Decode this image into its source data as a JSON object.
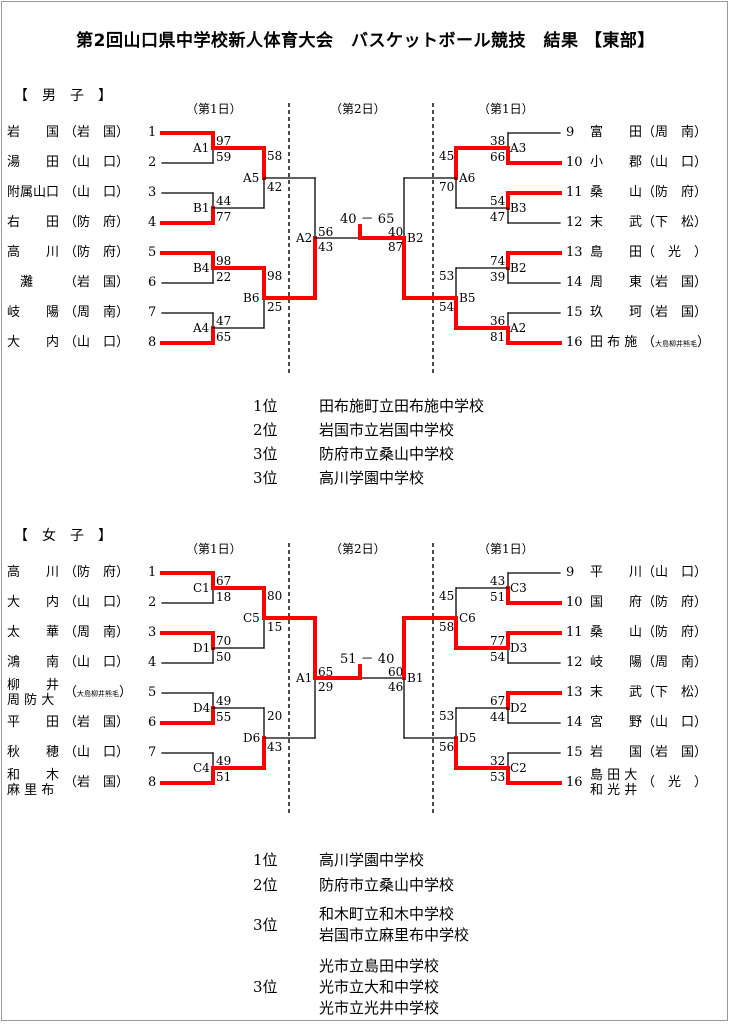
{
  "title": "第2回山口県中学校新人体育大会　バスケットボール競技　結果 【東部】",
  "day_labels": {
    "day1": "（第1日）",
    "day2": "（第2日）"
  },
  "boys": {
    "label": "【　男　子　】",
    "final_score": "40 － 65",
    "left_teams": [
      {
        "no": "1",
        "name": "岩　　国",
        "pref": "（岩　国）"
      },
      {
        "no": "2",
        "name": "湯　　田",
        "pref": "（山　口）"
      },
      {
        "no": "3",
        "name": "附属山口",
        "pref": "（山　口）"
      },
      {
        "no": "4",
        "name": "右　　田",
        "pref": "（防　府）"
      },
      {
        "no": "5",
        "name": "高　　川",
        "pref": "（防　府）"
      },
      {
        "no": "6",
        "name": "　灘",
        "pref": "（岩　国）"
      },
      {
        "no": "7",
        "name": "岐　　陽",
        "pref": "（周　南）"
      },
      {
        "no": "8",
        "name": "大　　内",
        "pref": "（山　口）"
      }
    ],
    "right_teams": [
      {
        "no": "9",
        "name": "富　　田",
        "pref": "（周　南）"
      },
      {
        "no": "10",
        "name": "小　　郡",
        "pref": "（山　口）"
      },
      {
        "no": "11",
        "name": "桑　　山",
        "pref": "（防　府）"
      },
      {
        "no": "12",
        "name": "末　　武",
        "pref": "（下　松）"
      },
      {
        "no": "13",
        "name": "島　　田",
        "pref": "（　光　）"
      },
      {
        "no": "14",
        "name": "周　　東",
        "pref": "（岩　国）"
      },
      {
        "no": "15",
        "name": "玖　　珂",
        "pref": "（岩　国）"
      },
      {
        "no": "16",
        "name": "田 布 施",
        "pref": "（大島柳井熊毛）"
      }
    ],
    "games": {
      "A1": {
        "label": "A1",
        "s1": "97",
        "s2": "59"
      },
      "B1": {
        "label": "B1",
        "s1": "44",
        "s2": "77"
      },
      "B4": {
        "label": "B4",
        "s1": "98",
        "s2": "22"
      },
      "A4": {
        "label": "A4",
        "s1": "47",
        "s2": "65"
      },
      "A5": {
        "label": "A5",
        "s1": "58",
        "s2": "42"
      },
      "B6": {
        "label": "B6",
        "s1": "98",
        "s2": "25"
      },
      "A2": {
        "label": "A2",
        "s1": "56",
        "s2": "43"
      },
      "A3": {
        "label": "A3",
        "s1": "38",
        "s2": "66"
      },
      "B3": {
        "label": "B3",
        "s1": "54",
        "s2": "47"
      },
      "B2g": {
        "label": "B2",
        "s1": "74",
        "s2": "39"
      },
      "A2r": {
        "label": "A2",
        "s1": "36",
        "s2": "81"
      },
      "A6": {
        "label": "A6",
        "s1": "45",
        "s2": "70"
      },
      "B5": {
        "label": "B5",
        "s1": "53",
        "s2": "54"
      },
      "B2": {
        "label": "B2",
        "s1": "40",
        "s2": "87"
      }
    },
    "results": [
      {
        "rank": "1位",
        "school": "田布施町立田布施中学校"
      },
      {
        "rank": "2位",
        "school": "岩国市立岩国中学校"
      },
      {
        "rank": "3位",
        "school": "防府市立桑山中学校"
      },
      {
        "rank": "3位",
        "school": "高川学園中学校"
      }
    ]
  },
  "girls": {
    "label": "【　女　子　】",
    "final_score": "51 － 40",
    "left_teams": [
      {
        "no": "1",
        "name": "高　　川",
        "pref": "（防　府）"
      },
      {
        "no": "2",
        "name": "大　　内",
        "pref": "（山　口）"
      },
      {
        "no": "3",
        "name": "太　　華",
        "pref": "（周　南）"
      },
      {
        "no": "4",
        "name": "鴻　　南",
        "pref": "（山　口）"
      },
      {
        "no": "5",
        "name": "柳　　井\n周 防 大",
        "pref": "（大島柳井熊毛）"
      },
      {
        "no": "6",
        "name": "平　　田",
        "pref": "（岩　国）"
      },
      {
        "no": "7",
        "name": "秋　　穂",
        "pref": "（山　口）"
      },
      {
        "no": "8",
        "name": "和　　木\n麻 里 布",
        "pref": "（岩　国）"
      }
    ],
    "right_teams": [
      {
        "no": "9",
        "name": "平　　川",
        "pref": "（山　口）"
      },
      {
        "no": "10",
        "name": "国　　府",
        "pref": "（防　府）"
      },
      {
        "no": "11",
        "name": "桑　　山",
        "pref": "（防　府）"
      },
      {
        "no": "12",
        "name": "岐　　陽",
        "pref": "（周　南）"
      },
      {
        "no": "13",
        "name": "末　　武",
        "pref": "（下　松）"
      },
      {
        "no": "14",
        "name": "宮　　野",
        "pref": "（山　口）"
      },
      {
        "no": "15",
        "name": "岩　　国",
        "pref": "（岩　国）"
      },
      {
        "no": "16",
        "name": "島 田 大\n和 光 井",
        "pref": "（　光　）"
      }
    ],
    "games": {
      "C1": {
        "label": "C1",
        "s1": "67",
        "s2": "18"
      },
      "D1": {
        "label": "D1",
        "s1": "70",
        "s2": "50"
      },
      "D4": {
        "label": "D4",
        "s1": "49",
        "s2": "55"
      },
      "C4": {
        "label": "C4",
        "s1": "49",
        "s2": "51"
      },
      "C5": {
        "label": "C5",
        "s1": "80",
        "s2": "15"
      },
      "D6": {
        "label": "D6",
        "s1": "20",
        "s2": "43"
      },
      "A1": {
        "label": "A1",
        "s1": "65",
        "s2": "29"
      },
      "C3": {
        "label": "C3",
        "s1": "43",
        "s2": "51"
      },
      "D3": {
        "label": "D3",
        "s1": "77",
        "s2": "54"
      },
      "D2": {
        "label": "D2",
        "s1": "67",
        "s2": "44"
      },
      "C2": {
        "label": "C2",
        "s1": "32",
        "s2": "53"
      },
      "C6": {
        "label": "C6",
        "s1": "45",
        "s2": "58"
      },
      "D5": {
        "label": "D5",
        "s1": "53",
        "s2": "56"
      },
      "B1": {
        "label": "B1",
        "s1": "60",
        "s2": "46"
      }
    },
    "results": [
      {
        "rank": "1位",
        "school": "高川学園中学校"
      },
      {
        "rank": "2位",
        "school": "防府市立桑山中学校"
      },
      {
        "rank": "3位",
        "school": "和木町立和木中学校\n岩国市立麻里布中学校"
      },
      {
        "rank": "3位",
        "school": "光市立島田中学校\n光市立大和中学校\n光市立光井中学校"
      }
    ]
  }
}
